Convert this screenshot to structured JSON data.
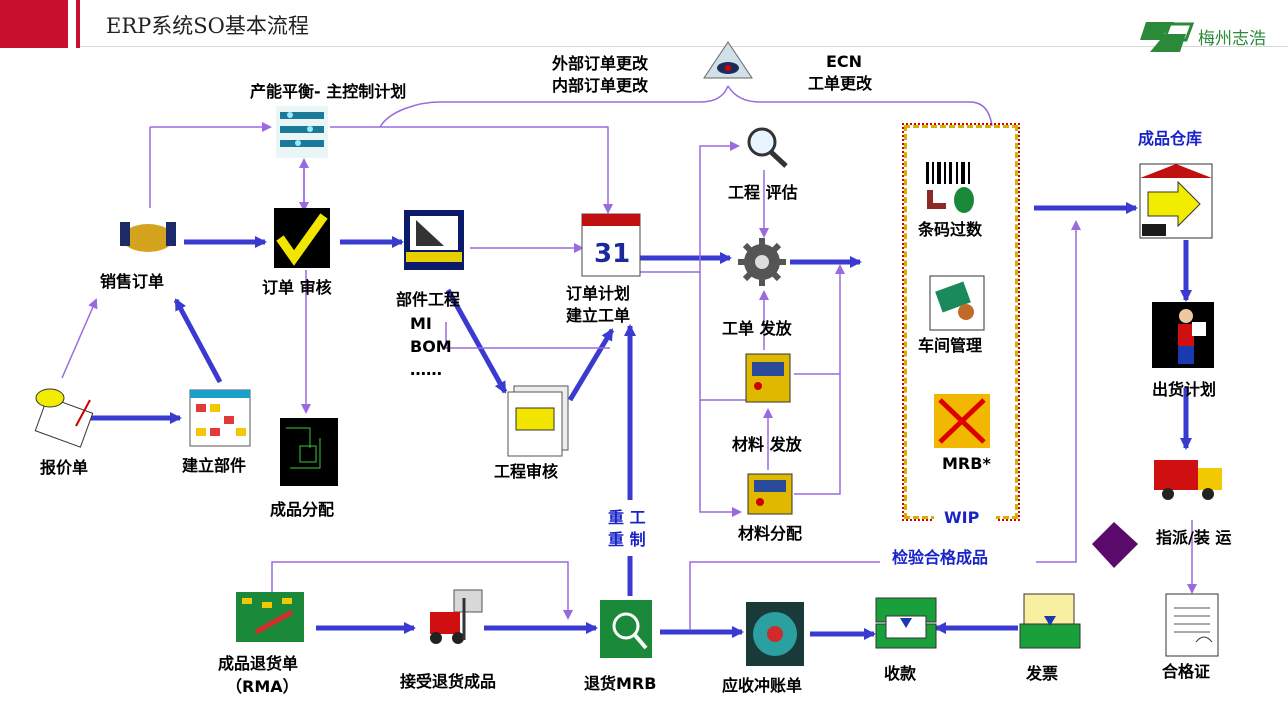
{
  "header": {
    "title": "ERP系统SO基本流程",
    "brand_text": "梅州志浩",
    "brand_color": "#2a8a3a",
    "accent_color": "#c8102e",
    "arrow_color": "#3a3ad0",
    "line_color": "#9a6adf"
  },
  "labels": {
    "capacity": "产能平衡- 主控制计划",
    "ext_change": "外部订单更改",
    "int_change": "内部订单更改",
    "ecn": "ECN",
    "wo_change": "工单更改",
    "sales_order": "销售订单",
    "order_review": "订单  审核",
    "part_eng": "部件工程",
    "mi": "MI",
    "bom": "BOM",
    "dots": "……",
    "order_plan_1": "订单计划",
    "order_plan_2": "建立工单",
    "eng_eval": "工程  评估",
    "wo_release": "工单    发放",
    "mat_release": "材料    发放",
    "mat_alloc": "材料分配",
    "barcode": "条码过数",
    "workshop": "车间管理",
    "mrb_star": "MRB*",
    "wip": "WIP",
    "fg_store": "成品仓库",
    "ship_plan": "出货计划",
    "dispatch": "指派/装 运",
    "certificate": "合格证",
    "quote": "报价单",
    "create_part": "建立部件",
    "fg_alloc": "成品分配",
    "eng_review": "工程审核",
    "rework_1": "重  工",
    "rework_2": "重  制",
    "qc_pass": "检验合格成品",
    "rma_1": "成品退货单",
    "rma_2": "（RMA）",
    "accept_return": "接受退货成品",
    "return_mrb": "退货MRB",
    "ar_offset": "应收冲账单",
    "receipt": "收款",
    "invoice": "发票"
  }
}
